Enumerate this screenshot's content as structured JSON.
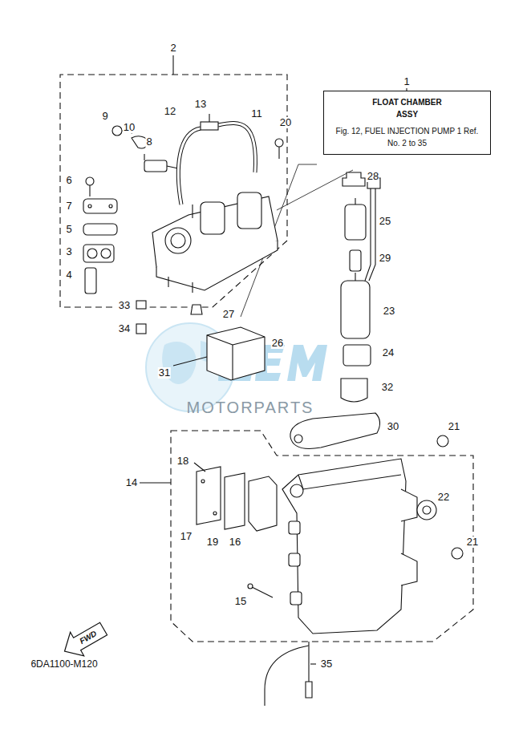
{
  "diagram": {
    "nodes": [
      {
        "text": [
          "FLOAT CHAMBER ASSY",
          "Fig. 12, FUEL INJECTION PUMP 1 Ref. No. 2 to 35"
        ]
      }
    ],
    "labels": [
      "1",
      "2",
      "9",
      "10",
      "11",
      "12",
      "13",
      "20",
      "8",
      "28",
      "6",
      "7",
      "5",
      "3",
      "4",
      "25",
      "29",
      "23",
      "33",
      "34",
      "27",
      "26",
      "24",
      "31",
      "32",
      "30",
      "21",
      "18",
      "14",
      "22",
      "17",
      "19",
      "16",
      "21",
      "15",
      "FWD",
      "6DA1100-M120",
      "35",
      "MOTORPARTS"
    ]
  }
}
